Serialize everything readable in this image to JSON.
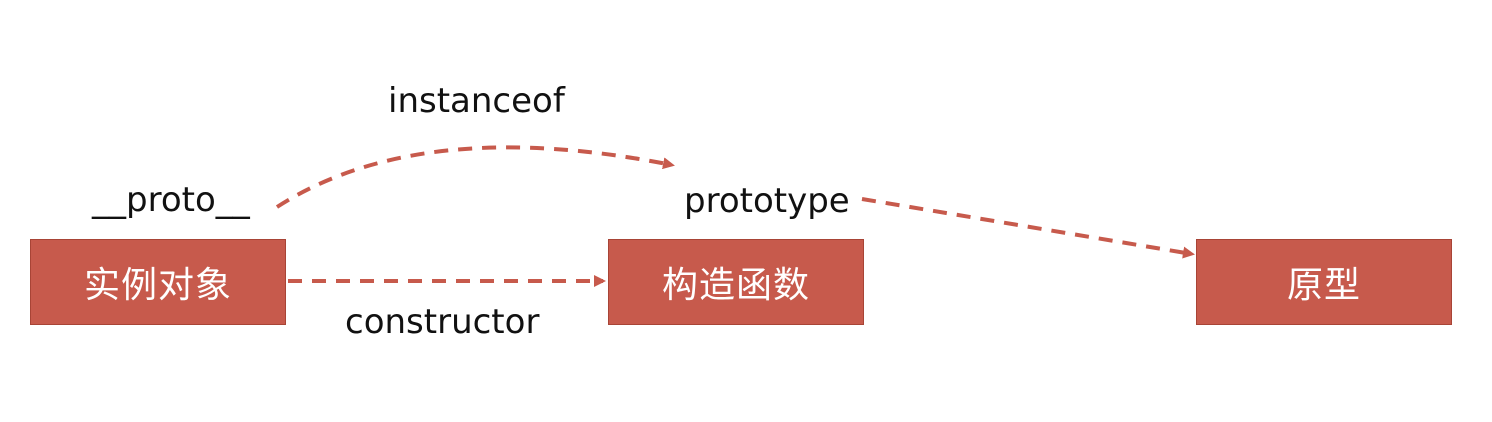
{
  "diagram": {
    "nodes": {
      "instance": "实例对象",
      "constructor_fn": "构造函数",
      "prototype_obj": "原型"
    },
    "edge_labels": {
      "proto": "__proto__",
      "instanceof": "instanceof",
      "prototype": "prototype",
      "constructor": "constructor"
    },
    "colors": {
      "node_fill": "#c75a4c",
      "edge": "#c75a4c"
    }
  }
}
